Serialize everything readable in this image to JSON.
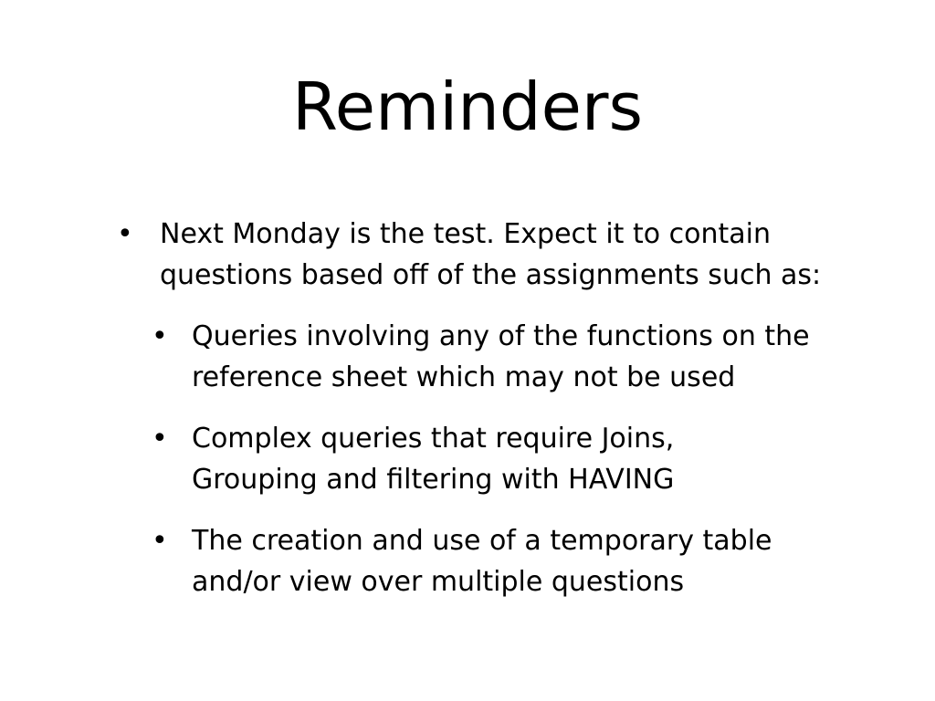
{
  "slide": {
    "title": "Reminders",
    "main_bullet": {
      "lines": [
        "Next Monday is the test. Expect it to contain",
        "questions based off of the assignments such as:"
      ]
    },
    "sub_bullets": [
      {
        "lines": [
          "Queries involving any of the functions on the",
          "reference sheet which may not be used"
        ]
      },
      {
        "lines": [
          "Complex queries that require Joins,",
          "Grouping and filtering with HAVING"
        ]
      },
      {
        "lines": [
          "The creation and use of a temporary table",
          "and/or view over multiple questions"
        ]
      }
    ],
    "bullet_glyph": "•"
  }
}
